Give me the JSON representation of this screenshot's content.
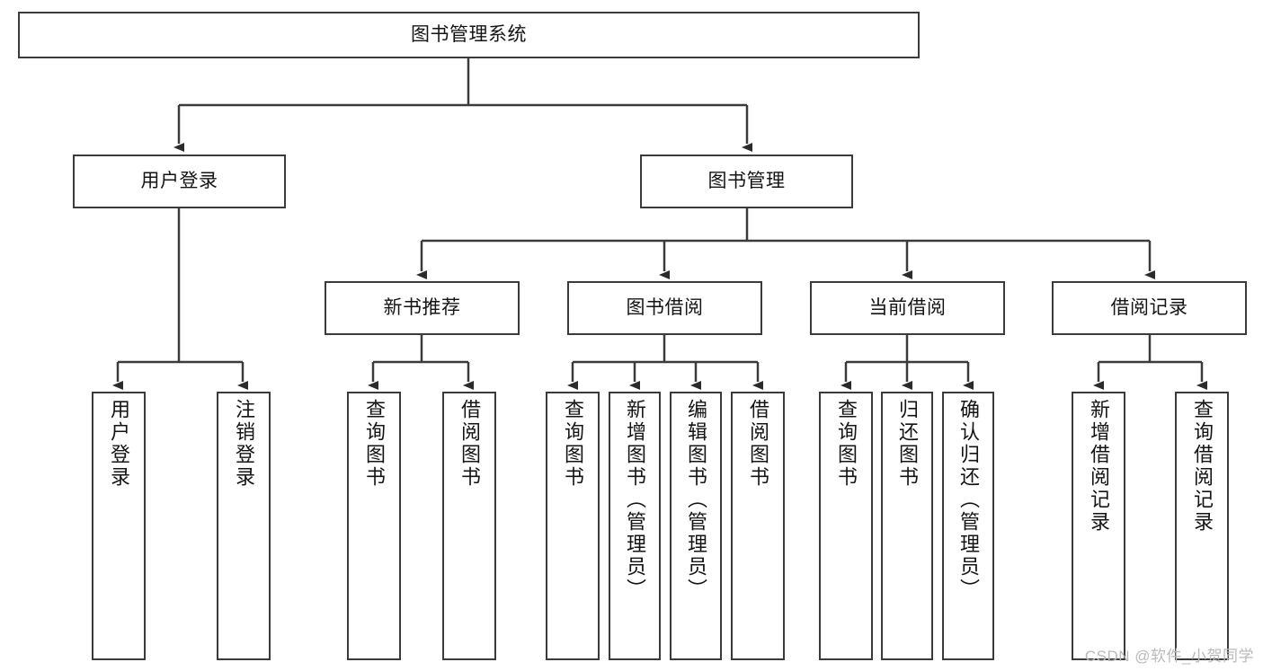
{
  "diagram": {
    "title": "图书管理系统",
    "watermark": "CSDN @软件_小贺同学",
    "line_color": "#3b3b3b",
    "box_border_color": "#3b3b3b",
    "box_fill_color": "#ffffff",
    "text_color": "#141414",
    "watermark_color": "#b9b9b9"
  },
  "nodes": {
    "root": {
      "label": "图书管理系统"
    },
    "level2": [
      {
        "label": "用户登录"
      },
      {
        "label": "图书管理"
      }
    ],
    "level3": [
      {
        "label": "新书推荐"
      },
      {
        "label": "图书借阅"
      },
      {
        "label": "当前借阅"
      },
      {
        "label": "借阅记录"
      }
    ],
    "leaves": {
      "user_login": [
        {
          "label": "用户登录"
        },
        {
          "label": "注销登录"
        }
      ],
      "new_book": [
        {
          "label": "查询图书"
        },
        {
          "label": "借阅图书"
        }
      ],
      "book_borrow": [
        {
          "label": "查询图书"
        },
        {
          "label": "新增图书（管理员）"
        },
        {
          "label": "编辑图书（管理员）"
        },
        {
          "label": "借阅图书"
        }
      ],
      "current_borrow": [
        {
          "label": "查询图书"
        },
        {
          "label": "归还图书"
        },
        {
          "label": "确认归还（管理员）"
        }
      ],
      "borrow_record": [
        {
          "label": "新增借阅记录"
        },
        {
          "label": "查询借阅记录"
        }
      ]
    }
  }
}
